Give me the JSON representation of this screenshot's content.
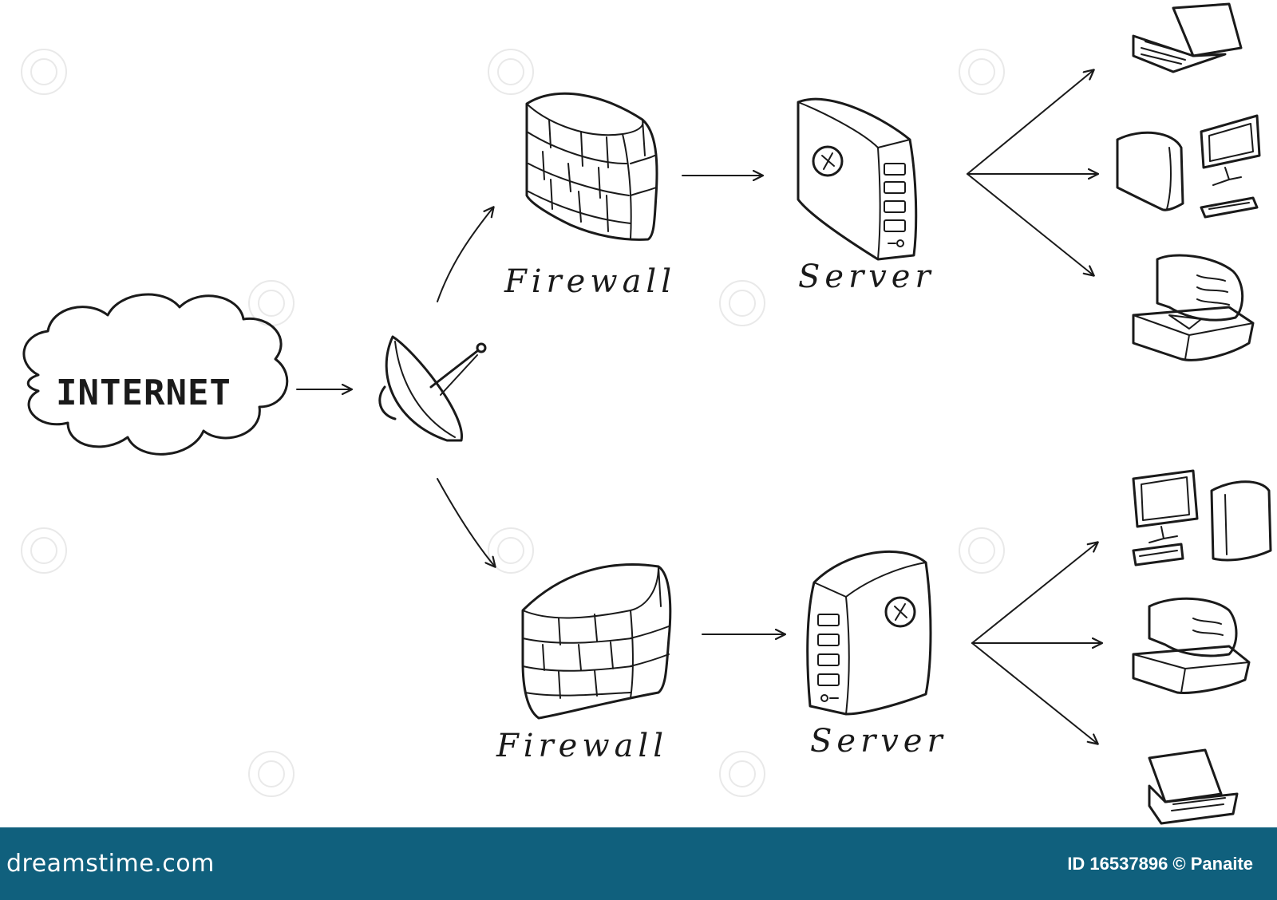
{
  "diagram": {
    "internet_label": "INTERNET",
    "firewall_top_label": "Firewall",
    "server_top_label": "Server",
    "firewall_bottom_label": "Firewall",
    "server_bottom_label": "Server",
    "icons": [
      "cloud-icon",
      "satellite-dish-icon",
      "firewall-icon",
      "server-icon",
      "laptop-icon",
      "desktop-computer-icon",
      "workstation-icon"
    ]
  },
  "footer": {
    "brand": "dreamstime.com",
    "credit": "ID 16537896 © Panaite",
    "background": "#10607d"
  }
}
